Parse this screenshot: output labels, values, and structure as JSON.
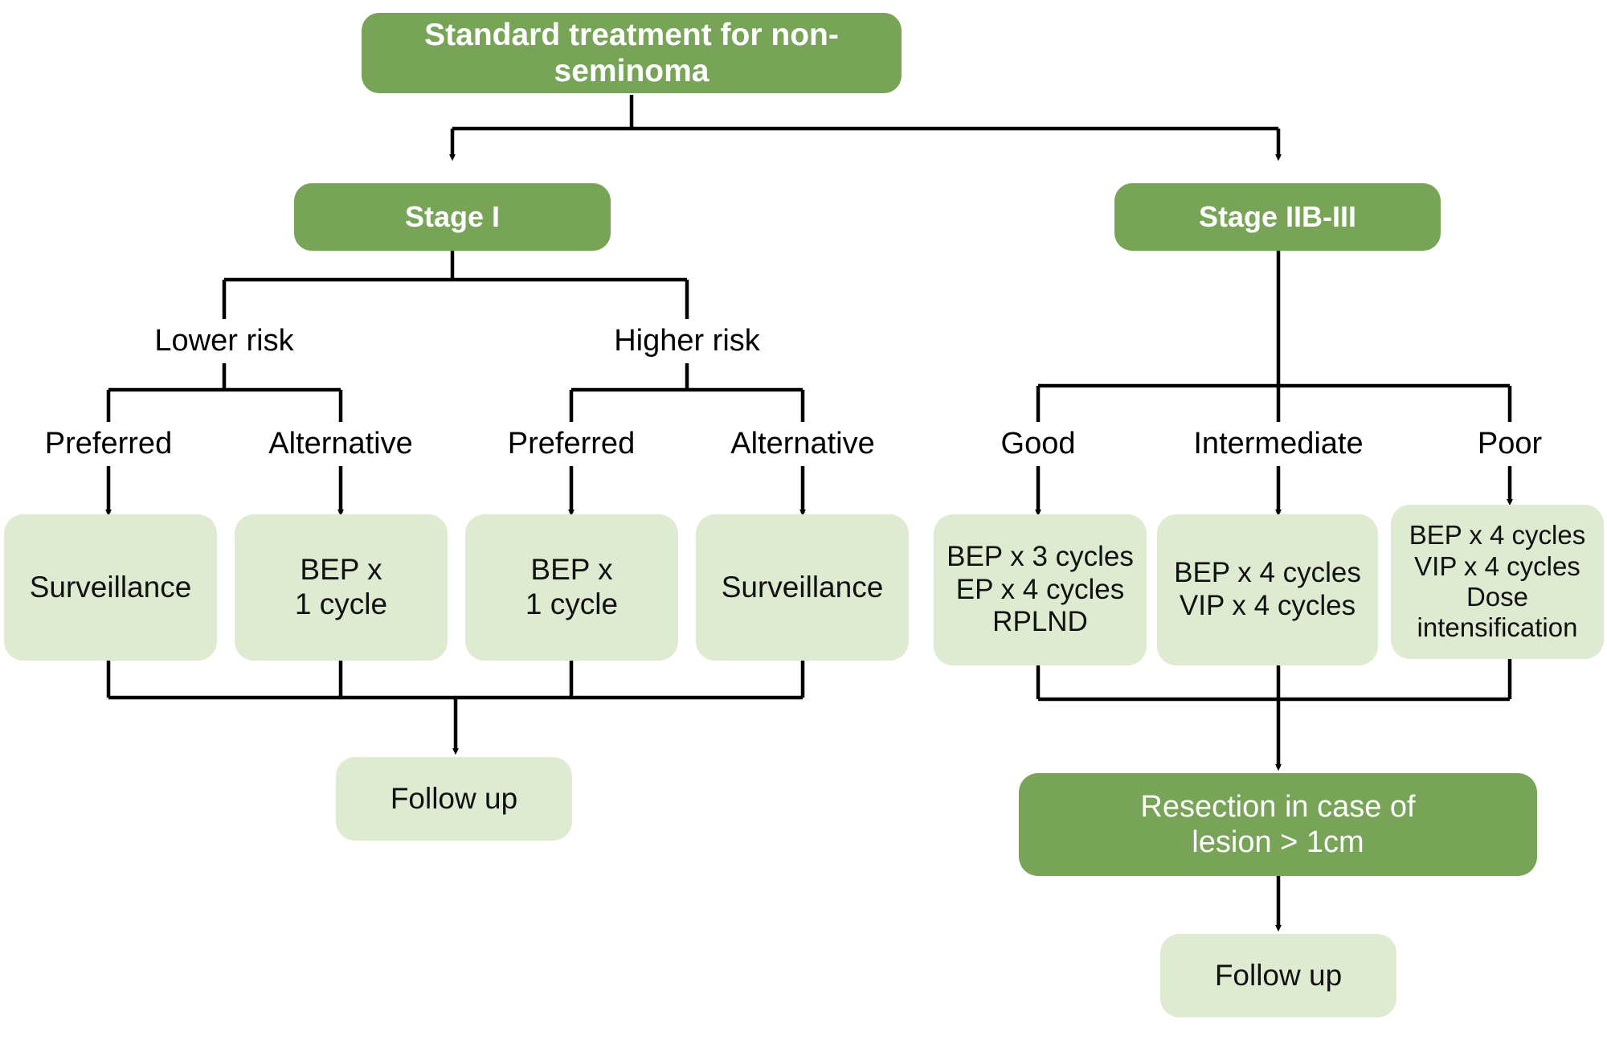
{
  "diagram": {
    "title": "Standard treatment for non-seminoma",
    "type": "flowchart",
    "colors": {
      "dark_green": "#78a458",
      "light_green": "#dfebd0",
      "connector": "#000000",
      "dark_text": "#ffffff",
      "light_text": "#111111"
    }
  },
  "nodes": {
    "root": {
      "label": "Standard treatment for non-seminoma",
      "style": "dark"
    },
    "stage1": {
      "label": "Stage I",
      "style": "dark"
    },
    "stage2": {
      "label": "Stage IIB-III",
      "style": "dark"
    },
    "surveillance_lower": {
      "label": "Surveillance",
      "style": "light"
    },
    "bep1_lower": {
      "label": "BEP x\n1 cycle",
      "style": "light"
    },
    "bep1_higher": {
      "label": "BEP x\n1 cycle",
      "style": "light"
    },
    "surveillance_higher": {
      "label": "Surveillance",
      "style": "light"
    },
    "good_tx": {
      "label": "BEP x 3 cycles\nEP x 4 cycles\nRPLND",
      "style": "light"
    },
    "intermediate_tx": {
      "label": "BEP x 4 cycles\nVIP x 4 cycles",
      "style": "light"
    },
    "poor_tx": {
      "label": "BEP x 4 cycles\nVIP x 4 cycles\nDose\nintensification",
      "style": "light"
    },
    "followup_left": {
      "label": "Follow up",
      "style": "light"
    },
    "resection": {
      "label": "Resection in case of\nlesion > 1cm",
      "style": "dark"
    },
    "followup_right": {
      "label": "Follow up",
      "style": "light"
    }
  },
  "edge_labels": {
    "lower_risk": "Lower risk",
    "higher_risk": "Higher risk",
    "preferred_lower": "Preferred",
    "alternative_lower": "Alternative",
    "preferred_higher": "Preferred",
    "alternative_higher": "Alternative",
    "good": "Good",
    "intermediate": "Intermediate",
    "poor": "Poor"
  }
}
